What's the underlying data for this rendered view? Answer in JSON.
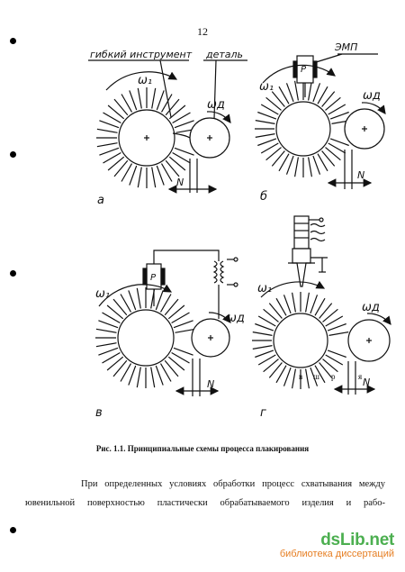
{
  "page_number": "12",
  "figure": {
    "a": {
      "label": "а",
      "tool_label": "гибкий инструмент",
      "part_label": "деталь",
      "omega_tool": "ω₁",
      "omega_part": "ωд",
      "force": "N"
    },
    "b": {
      "label": "б",
      "device_label": "ЭМП",
      "device_symbol": "P",
      "omega_tool": "ω₁",
      "omega_part": "ωд",
      "force": "N"
    },
    "v": {
      "label": "в",
      "device_symbol": "P",
      "omega_tool": "ω₁",
      "omega_part": "ωд",
      "force": "N"
    },
    "g": {
      "label": "г",
      "omega_tool": "ω₁",
      "omega_part": "ωд",
      "force": "N",
      "zones": [
        "в",
        "ш",
        "р",
        "я"
      ]
    }
  },
  "caption": "Рис. 1.1.  Принципиальные схемы процесса плакирования",
  "body": {
    "line1": "При определенных условиях обработки процесс схватывания между",
    "line2": "ювенильной поверхностью пластически обрабатываемого изделия и рабо-"
  },
  "watermark": {
    "logo": "dsLib.net",
    "subtitle": "библиотека диссертаций"
  }
}
